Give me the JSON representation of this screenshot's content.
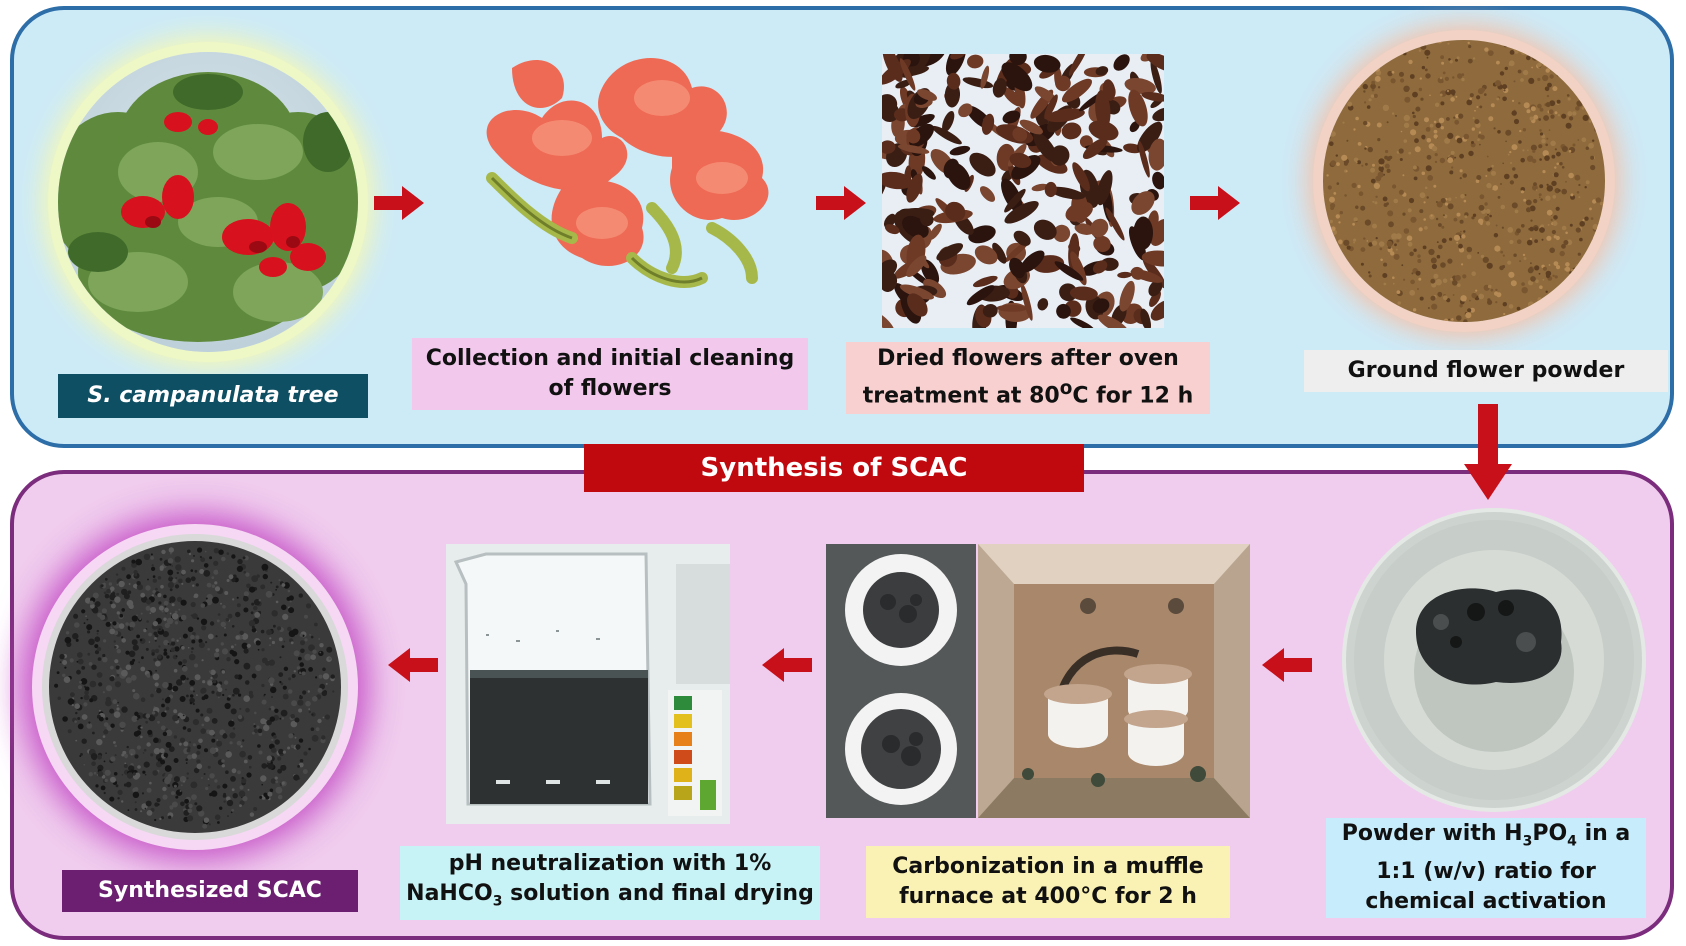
{
  "title": "Synthesis of SCAC",
  "colors": {
    "top_panel_bg": "#cdeaf7",
    "top_panel_border": "#2d6ea8",
    "bottom_panel_bg": "#f0cdee",
    "bottom_panel_border": "#7b2c7c",
    "title_banner": "#c0080f",
    "arrow": "#c8101a"
  },
  "steps": [
    {
      "id": "tree",
      "label": "S. campanulata tree",
      "label_bg": "#0f4f63",
      "label_color": "#ffffff"
    },
    {
      "id": "collection",
      "label": "Collection and initial cleaning\nof flowers",
      "label_bg": "#f2c8ec",
      "label_color": "#111111"
    },
    {
      "id": "dried",
      "label_html": "Dried flowers after oven<br>treatment at 80<sup>o</sup>C for 12 h",
      "label_bg": "#f7d0cf",
      "label_color": "#111111"
    },
    {
      "id": "powder",
      "label": "Ground flower powder",
      "label_bg": "#eeeeee",
      "label_color": "#111111"
    },
    {
      "id": "activation",
      "label_html": "Powder with H<sub>3</sub>PO<sub>4</sub> in a<br>1:1 (w/v) ratio for<br>chemical activation",
      "label_bg": "#c7ecfb",
      "label_color": "#111111"
    },
    {
      "id": "carbonization",
      "label": "Carbonization in a muffle\nfurnace at 400°C for 2 h",
      "label_bg": "#faf1b4",
      "label_color": "#111111"
    },
    {
      "id": "neutralization",
      "label_html": "pH neutralization with 1%<br>NaHCO<sub>3</sub> solution and final drying",
      "label_bg": "#c8f3f6",
      "label_color": "#111111"
    },
    {
      "id": "final",
      "label": "Synthesized SCAC",
      "label_bg": "#6c1f71",
      "label_color": "#ffffff"
    }
  ],
  "icons": [
    "arrow-right-icon",
    "arrow-down-icon",
    "arrow-left-icon"
  ]
}
